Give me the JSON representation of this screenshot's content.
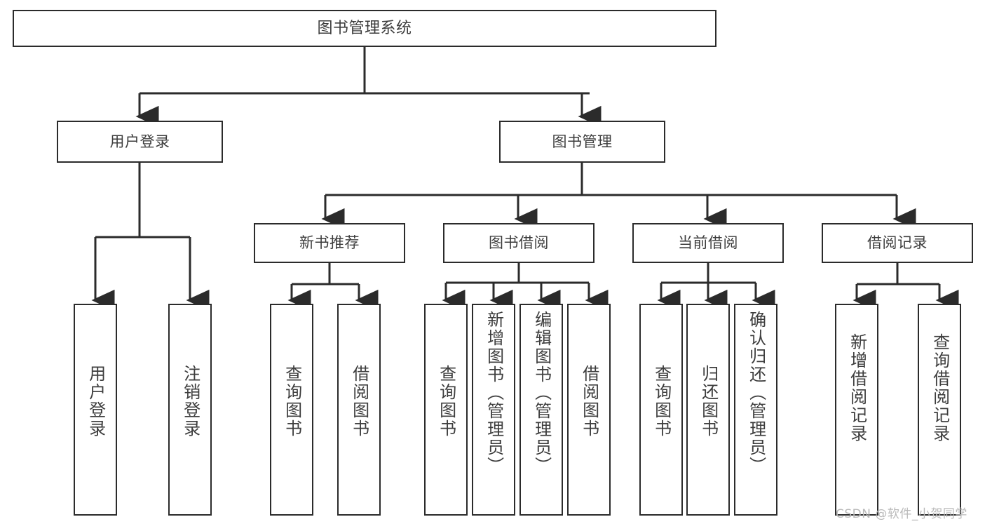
{
  "diagram": {
    "type": "tree",
    "title": "图书管理系统",
    "root": {
      "label": "图书管理系统"
    },
    "level2": [
      {
        "label": "用户登录"
      },
      {
        "label": "图书管理"
      }
    ],
    "level3": [
      {
        "label": "新书推荐"
      },
      {
        "label": "图书借阅"
      },
      {
        "label": "当前借阅"
      },
      {
        "label": "借阅记录"
      }
    ],
    "leaves": {
      "user_login": [
        {
          "label": "用户登录"
        },
        {
          "label": "注销登录"
        }
      ],
      "new_book": [
        {
          "label": "查询图书"
        },
        {
          "label": "借阅图书"
        }
      ],
      "book_borrow": [
        {
          "label": "查询图书"
        },
        {
          "label": "新增图书（管理员）"
        },
        {
          "label": "编辑图书（管理员）"
        },
        {
          "label": "借阅图书"
        }
      ],
      "current_borrow": [
        {
          "label": "查询图书"
        },
        {
          "label": "归还图书"
        },
        {
          "label": "确认归还（管理员）"
        }
      ],
      "borrow_record": [
        {
          "label": "新增借阅记录"
        },
        {
          "label": "查询借阅记录"
        }
      ]
    }
  },
  "watermark": {
    "text": "CSDN @软件_小贺同学"
  },
  "colors": {
    "border": "#2b2b2b",
    "text": "#3d3d3d",
    "background": "#ffffff",
    "watermark": "#b9b9b9"
  }
}
